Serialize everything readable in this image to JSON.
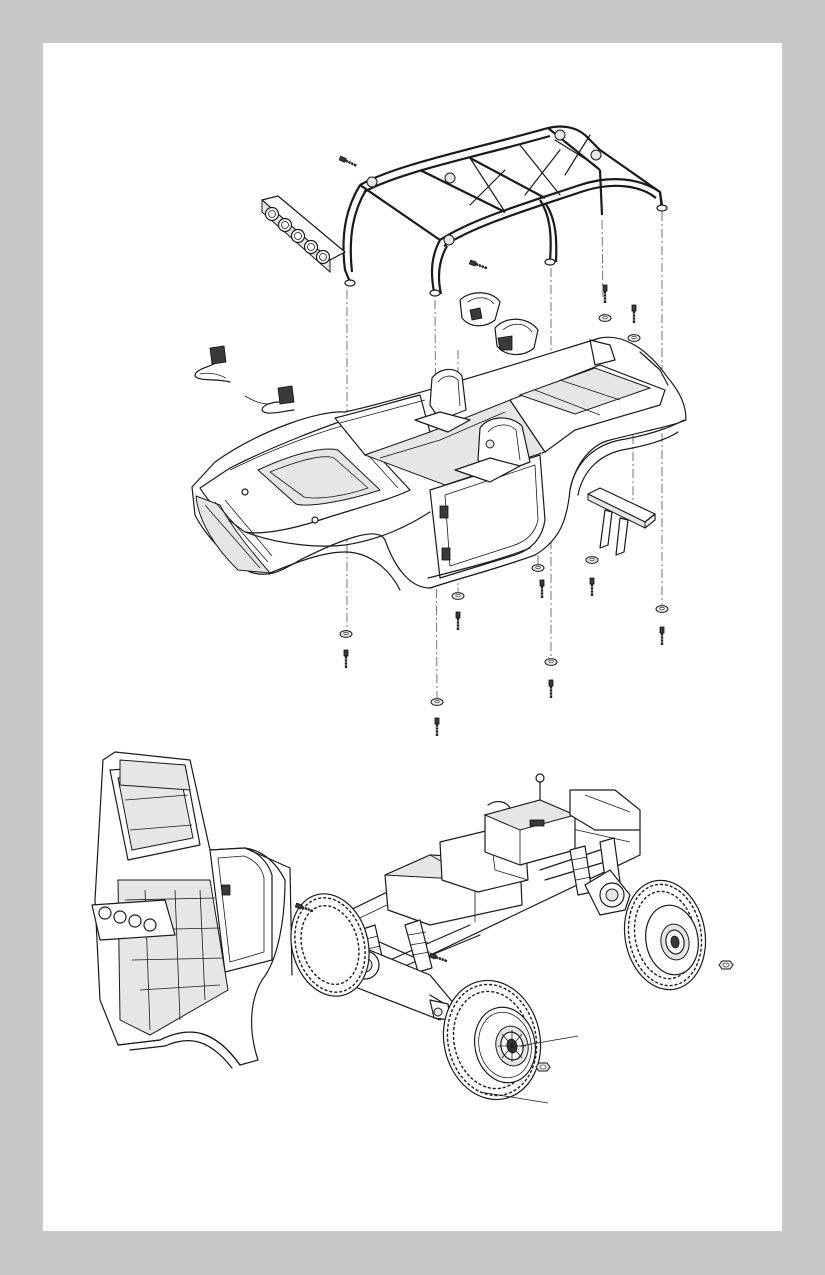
{
  "figure": {
    "kind": "exploded-assembly-diagram",
    "views": [
      {
        "id": "top-exploded-body",
        "parts": [
          "roll-cage",
          "light-bar",
          "body-shell",
          "seat",
          "tailgate",
          "body-clips",
          "washer",
          "screw"
        ]
      },
      {
        "id": "bottom-chassis",
        "parts": [
          "body-shell-side",
          "chassis",
          "wheel",
          "wheel-nut",
          "screw"
        ]
      }
    ]
  },
  "colors": {
    "background": "#c8c8c8",
    "page": "#ffffff",
    "line": "#1a1a1a"
  },
  "icons": {
    "screw": "screw-icon",
    "washer": "washer-icon",
    "clip": "body-clip-icon",
    "nut": "wheel-nut-icon"
  }
}
